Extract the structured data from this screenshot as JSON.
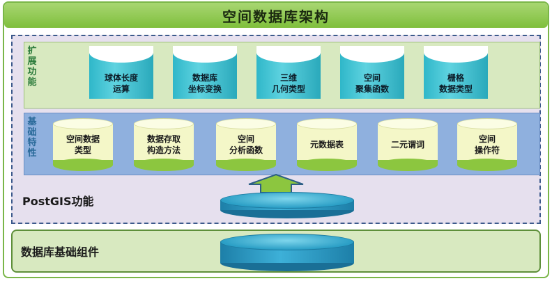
{
  "title": "空间数据库架构",
  "extension": {
    "label": "扩展功能",
    "items": [
      {
        "line1": "球体长度",
        "line2": "运算"
      },
      {
        "line1": "数据库",
        "line2": "坐标变换"
      },
      {
        "line1": "三维",
        "line2": "几何类型"
      },
      {
        "line1": "空间",
        "line2": "聚集函数"
      },
      {
        "line1": "栅格",
        "line2": "数据类型"
      }
    ]
  },
  "base": {
    "label": "基础特性",
    "items": [
      {
        "line1": "空间数据",
        "line2": "类型"
      },
      {
        "line1": "数据存取",
        "line2": "构造方法"
      },
      {
        "line1": "空间",
        "line2": "分析函数"
      },
      {
        "line1": "元数据表",
        "line2": ""
      },
      {
        "line1": "二元谓词",
        "line2": ""
      },
      {
        "line1": "空间",
        "line2": "操作符"
      }
    ]
  },
  "postgis_label": "PostGIS功能",
  "db_label": "数据库基础组件",
  "colors": {
    "green": "#8cc63f",
    "teal": "#2fb7c9",
    "blue_band": "#8fb0de",
    "panel": "#e6e0ee"
  }
}
